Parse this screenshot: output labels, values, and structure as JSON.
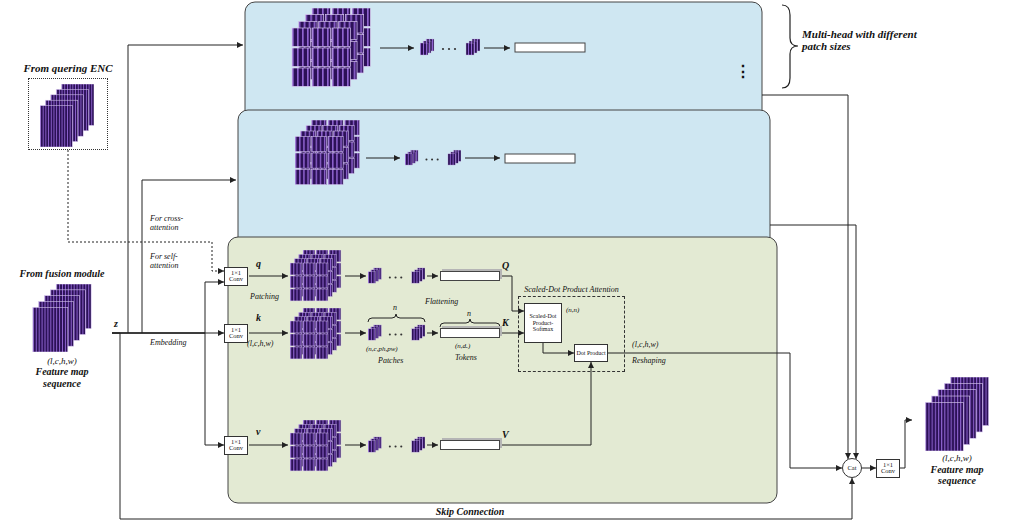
{
  "diagram": {
    "nodes": [
      {
        "text": [
          "From quering ENC"
        ]
      },
      {
        "text": [
          "From fusion module",
          "(l,c,h,w)",
          "Feature map sequence"
        ]
      },
      {
        "text": [
          "1×1 Conv"
        ]
      },
      {
        "text": [
          "1×1 Conv"
        ]
      },
      {
        "text": [
          "1×1 Conv"
        ]
      },
      {
        "text": [
          "Q"
        ]
      },
      {
        "text": [
          "K"
        ]
      },
      {
        "text": [
          "V"
        ]
      },
      {
        "text": [
          "Scaled-Dot Product Attention"
        ]
      },
      {
        "text": [
          "Scaled-Dot Product-Softmax"
        ],
        "in": 8
      },
      {
        "text": [
          "Dot Product"
        ],
        "in": 8
      },
      {
        "text": [
          "Cat"
        ]
      },
      {
        "text": [
          "1×1 Conv"
        ]
      },
      {
        "text": [
          "(l,c,h,w)",
          "Feature map sequence"
        ]
      }
    ],
    "edges": [
      {
        "from": 1,
        "to": 2,
        "arrow": "to"
      },
      {
        "from": 0,
        "to": 2,
        "arrow": "to"
      },
      {
        "from": 1,
        "to": 3,
        "arrow": "to"
      },
      {
        "from": 1,
        "to": 4,
        "arrow": "to"
      },
      {
        "from": 5,
        "to": 9,
        "arrow": "to"
      },
      {
        "from": 6,
        "to": 9,
        "arrow": "to"
      },
      {
        "from": 9,
        "to": 10,
        "arrow": "to"
      },
      {
        "from": 7,
        "to": 10,
        "arrow": "to"
      },
      {
        "from": 10,
        "to": 11,
        "arrow": "to"
      },
      {
        "from": 11,
        "to": 12,
        "arrow": "to"
      },
      {
        "from": 12,
        "to": 13,
        "arrow": "to"
      },
      {
        "from": 1,
        "to": 11,
        "label": "Skip Connection",
        "arrow": "to"
      }
    ],
    "labels": [
      "For cross-attention",
      "For self-attention",
      "z",
      "q",
      "Patching",
      "k",
      "Embedding",
      "(l,c,h,w)",
      "v",
      "n",
      "(n,c,ph,pw)",
      "Patches",
      "Flattening",
      "n",
      "(n,dₑ)",
      "Tokens",
      "(n,n)",
      "(l,c,h,w)",
      "Reshaping",
      "Multi-head with different patch sizes",
      "⋮"
    ]
  }
}
